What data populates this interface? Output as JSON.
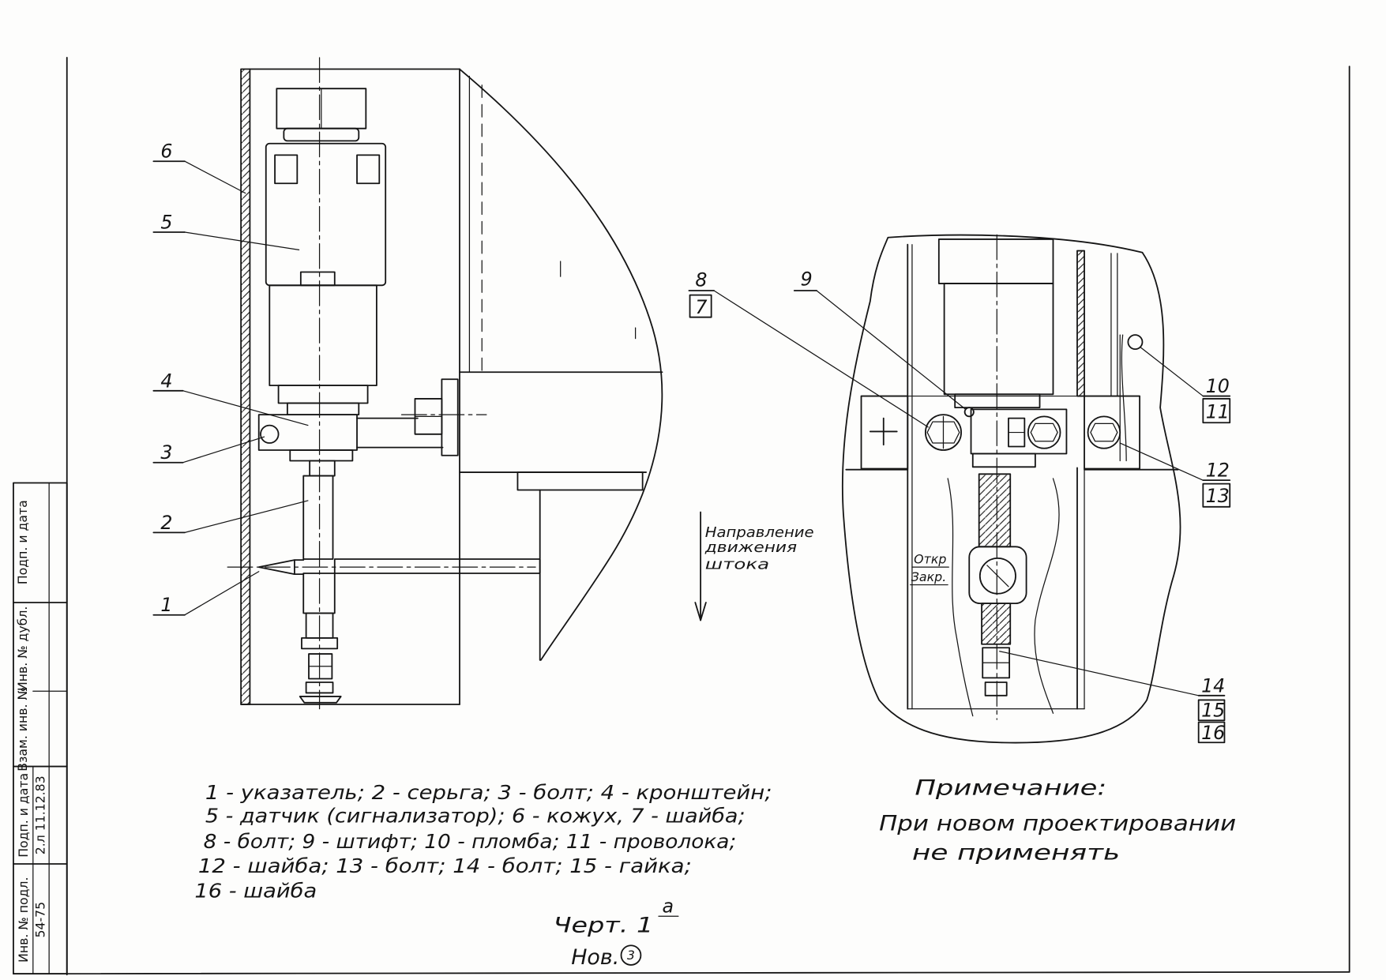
{
  "callouts": {
    "p1": "1",
    "p2": "2",
    "p3": "3",
    "p4": "4",
    "p5": "5",
    "p6": "6",
    "p7": "7",
    "p8": "8",
    "p9": "9",
    "p10": "10",
    "p11": "11",
    "p12": "12",
    "p13": "13",
    "p14": "14",
    "p15": "15",
    "p16": "16"
  },
  "direction_of_rod": {
    "line1": "Направление",
    "line2": "движения",
    "line3": "штока"
  },
  "valve_positions": {
    "open": "Откр",
    "closed": "Закр."
  },
  "legend": [
    "1 - указатель; 2 - серьга; 3 - болт; 4 - кронштейн;",
    "5 - датчик (сигнализатор); 6 - кожух, 7 - шайба;",
    "8 - болт; 9 - штифт; 10 - пломба; 11 - проволока;",
    "12 - шайба; 13 - болт; 14 - болт; 15 - гайка;",
    "16 - шайба"
  ],
  "note": {
    "title": "Примечание:",
    "line1": "При новом проектировании",
    "line2": "не применять"
  },
  "sheet": {
    "drawing_number": "Черт. 1",
    "drawing_suffix": "а",
    "revision_label": "Нов.",
    "revision_number": "3"
  },
  "title_block": {
    "sign_date_top": "Подп. и дата",
    "dup_inv": "Инв. № дубл.",
    "replace_inv": "Взам. инв. №",
    "sign_date": "Подп. и дата",
    "sign_date_value": "2.л 11.12.83",
    "orig_inv": "Инв. № подл.",
    "orig_inv_value": "54-75"
  }
}
